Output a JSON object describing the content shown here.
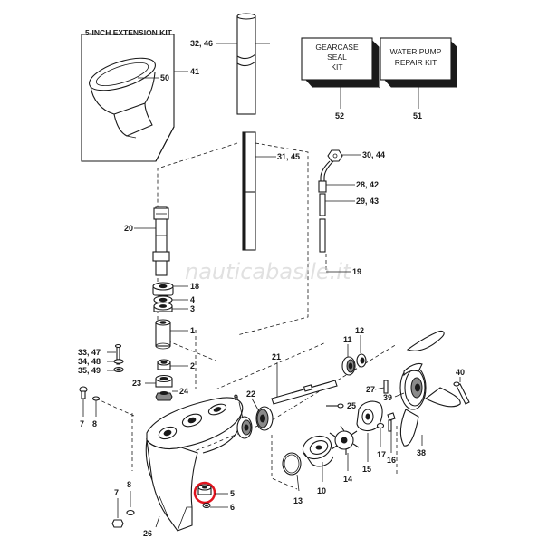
{
  "watermark": "nauticabasile.it",
  "extension_kit": {
    "title": "5-INCH EXTENSION KIT",
    "part_a": "50",
    "part_b": "41"
  },
  "gearcase_kit": {
    "line1": "GEARCASE",
    "line2": "SEAL",
    "line3": "KIT",
    "number": "52"
  },
  "water_pump_kit": {
    "line1": "WATER PUMP",
    "line2": "REPAIR KIT",
    "number": "51"
  },
  "labels": {
    "p32_46": "32, 46",
    "p31_45": "31, 45",
    "p30_44": "30, 44",
    "p28_42": "28, 42",
    "p29_43": "29, 43",
    "p20": "20",
    "p19": "19",
    "p18": "18",
    "p4": "4",
    "p3": "3",
    "p1": "1",
    "p33_47": "33, 47",
    "p34_48": "34, 48",
    "p35_49": "35, 49",
    "p2": "2",
    "p23": "23",
    "p24": "24",
    "p7a": "7",
    "p8a": "8",
    "p21": "21",
    "p22": "22",
    "p9": "9",
    "p11": "11",
    "p12": "12",
    "p40": "40",
    "p27": "27",
    "p39": "39",
    "p25": "25",
    "p15": "15",
    "p16": "16",
    "p17": "17",
    "p14": "14",
    "p10": "10",
    "p13": "13",
    "p38": "38",
    "p5": "5",
    "p6": "6",
    "p26": "26",
    "p8b": "8",
    "p7b": "7"
  },
  "highlight_color": "#e0141e"
}
